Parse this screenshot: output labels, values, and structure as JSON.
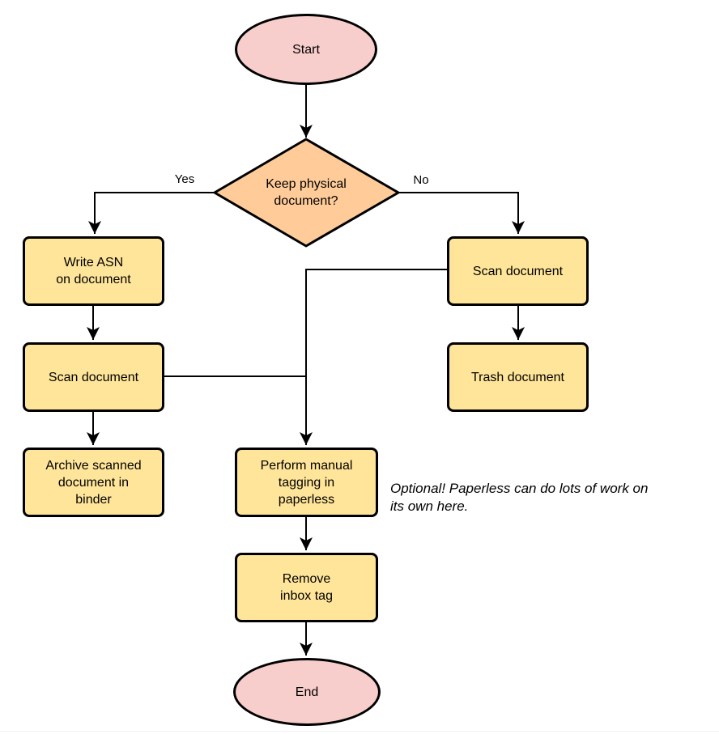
{
  "diagram": {
    "nodes": {
      "start": "Start",
      "decision": "Keep physical\ndocument?",
      "write_asn": "Write ASN\non document",
      "scan_left": "Scan document",
      "archive": "Archive scanned\ndocument in\nbinder",
      "scan_right": "Scan document",
      "trash": "Trash document",
      "tagging": "Perform manual\ntagging in\npaperless",
      "remove_inbox": "Remove\ninbox tag",
      "end": "End"
    },
    "edge_labels": {
      "yes": "Yes",
      "no": "No"
    },
    "note": "Optional! Paperless can do lots of work on\nits own here.",
    "colors": {
      "terminal_fill": "#f8cecc",
      "decision_fill": "#ffcc99",
      "process_fill": "#ffe599",
      "stroke": "#000000"
    }
  }
}
